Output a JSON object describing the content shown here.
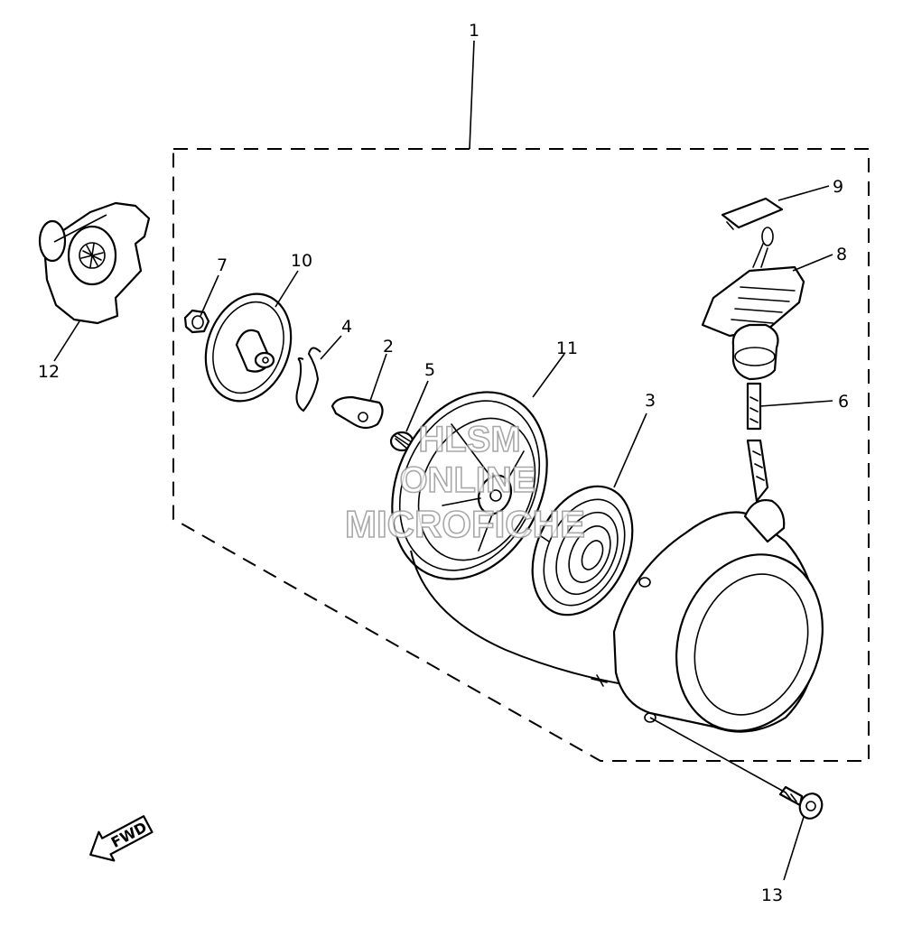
{
  "diagram": {
    "callouts": [
      {
        "id": "1",
        "label": "1"
      },
      {
        "id": "2",
        "label": "2"
      },
      {
        "id": "3",
        "label": "3"
      },
      {
        "id": "4",
        "label": "4"
      },
      {
        "id": "5",
        "label": "5"
      },
      {
        "id": "6",
        "label": "6"
      },
      {
        "id": "7",
        "label": "7"
      },
      {
        "id": "8",
        "label": "8"
      },
      {
        "id": "9",
        "label": "9"
      },
      {
        "id": "10",
        "label": "10"
      },
      {
        "id": "11",
        "label": "11"
      },
      {
        "id": "12",
        "label": "12"
      },
      {
        "id": "13",
        "label": "13"
      }
    ],
    "direction_arrow": {
      "label": "FWD"
    },
    "watermark": {
      "lines": [
        "HLSM",
        "ONLINE",
        "MICROFICHE"
      ]
    }
  }
}
